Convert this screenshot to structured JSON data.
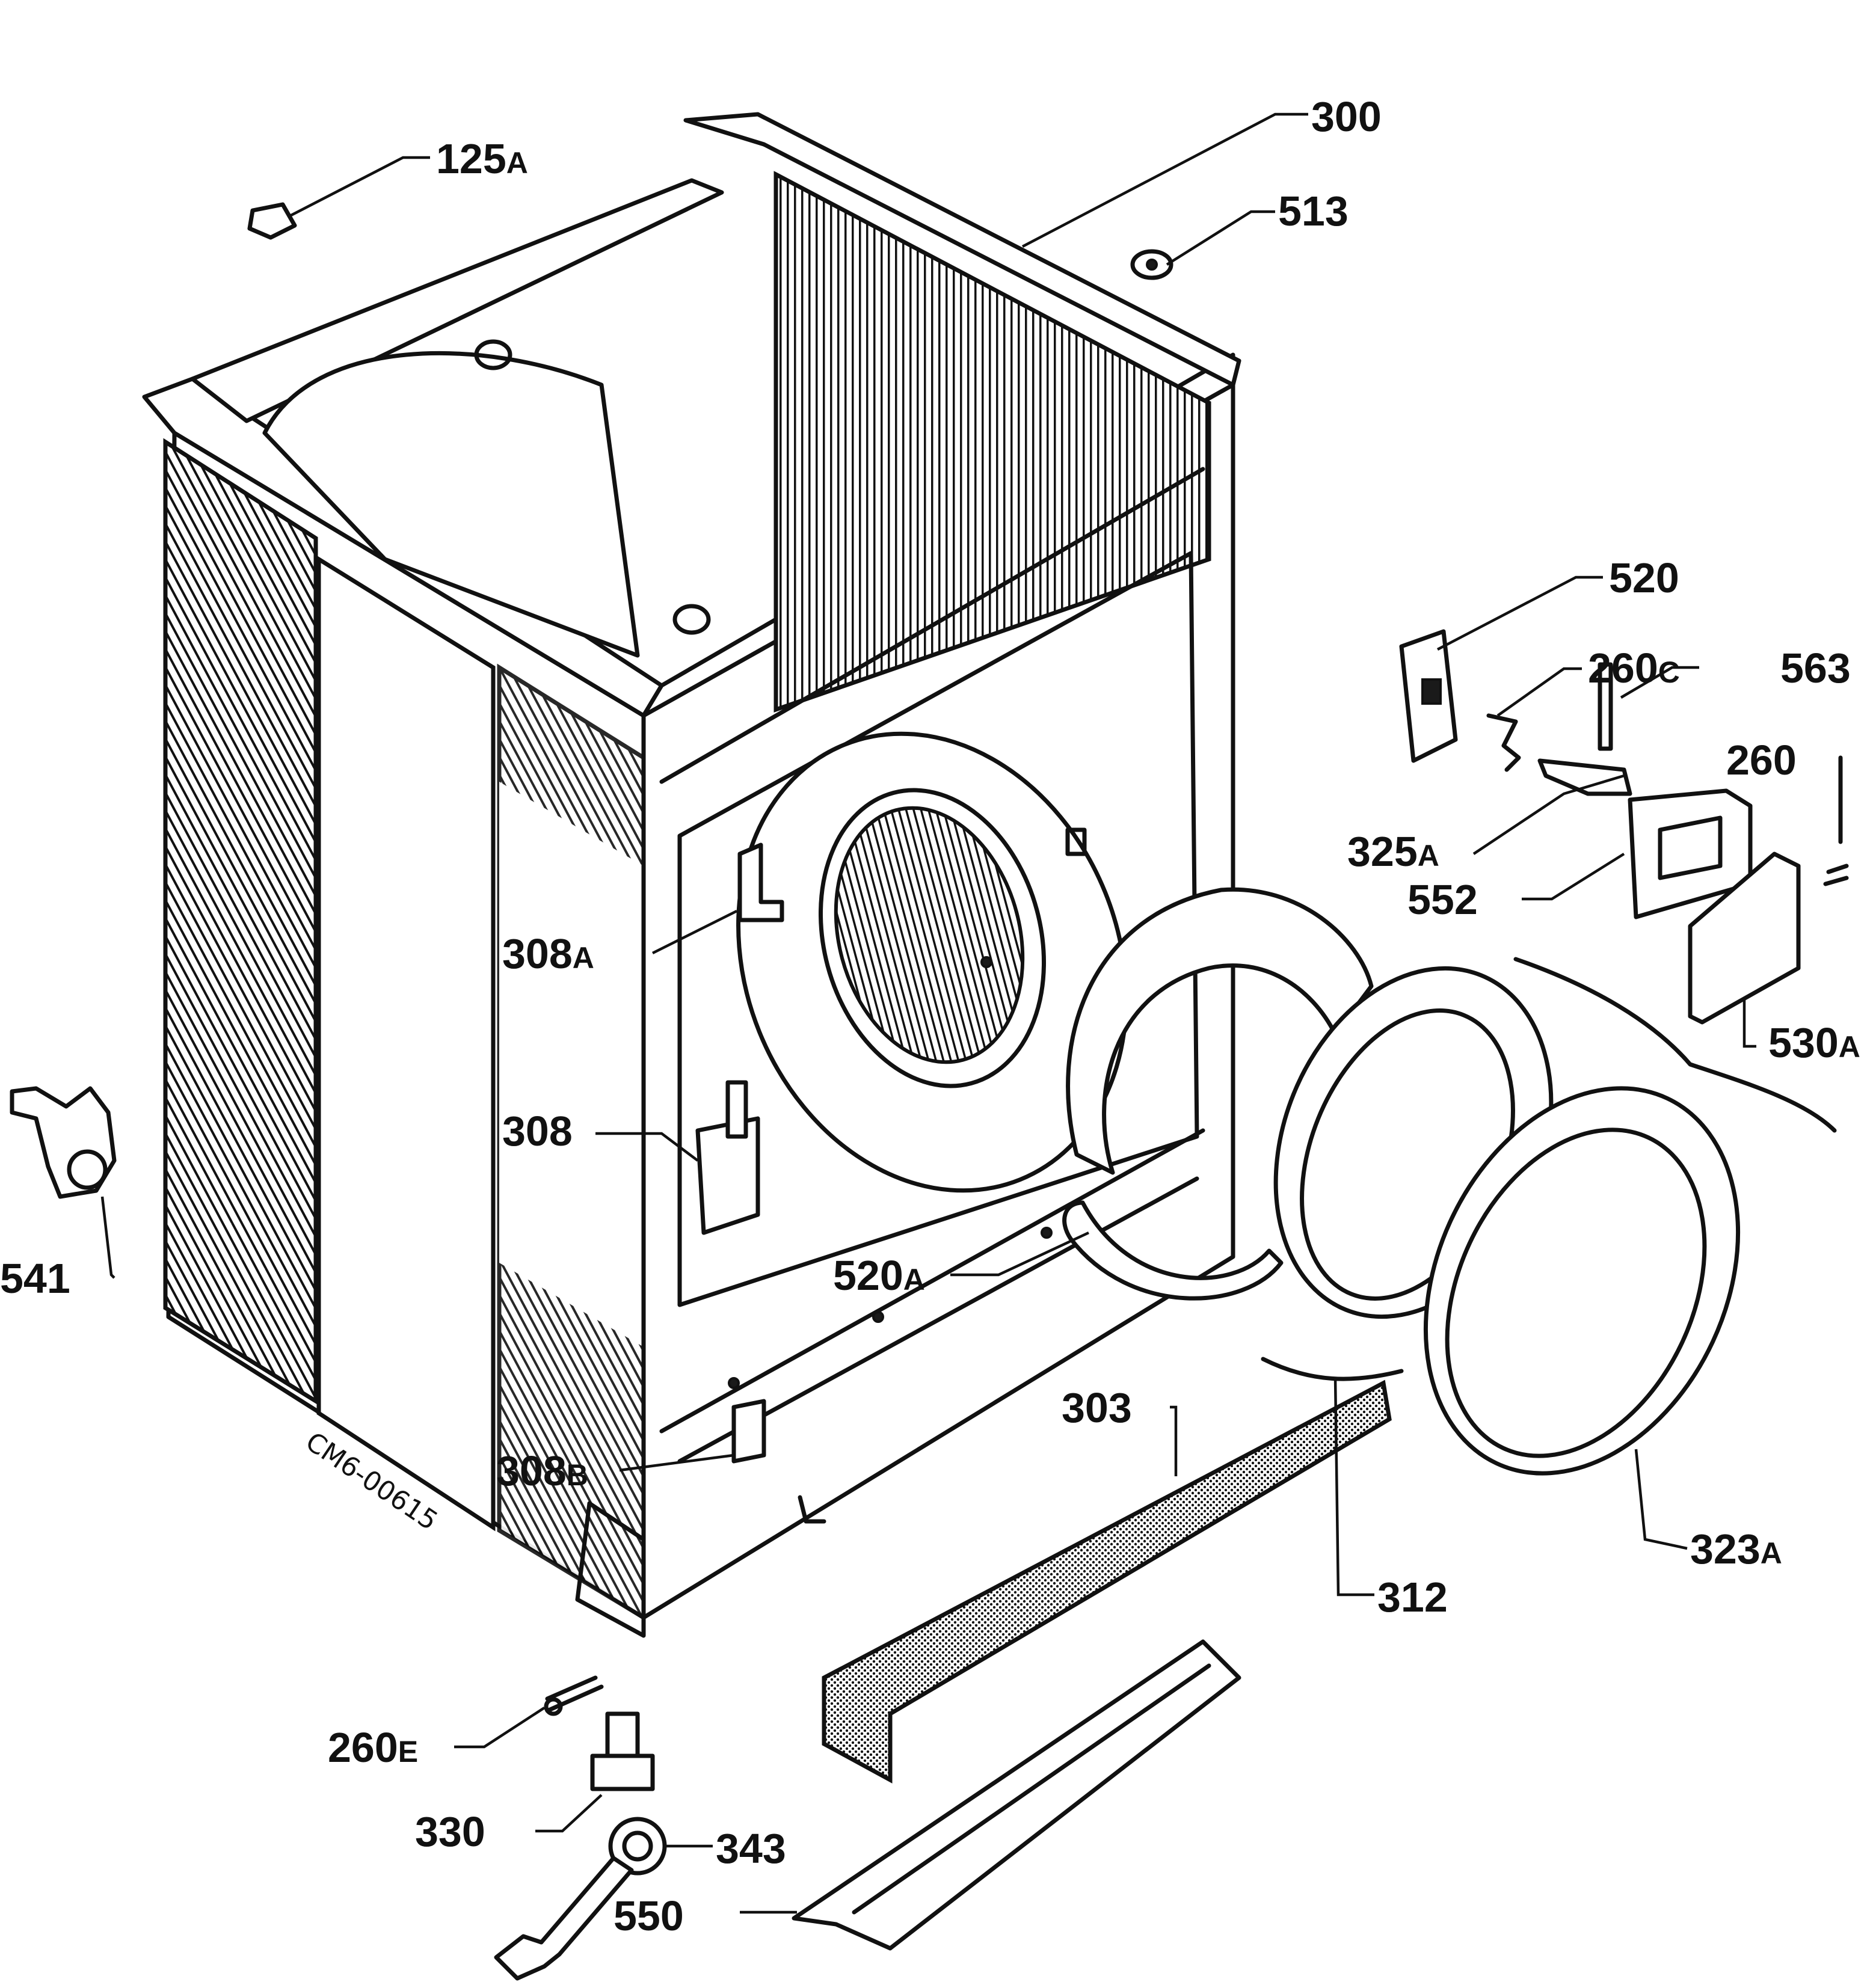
{
  "diagram": {
    "drawing_code": "CM6-00615",
    "parts": [
      {
        "id": "part-125a",
        "number": "125",
        "suffix": "A"
      },
      {
        "id": "part-300",
        "number": "300",
        "suffix": ""
      },
      {
        "id": "part-513",
        "number": "513",
        "suffix": ""
      },
      {
        "id": "part-520",
        "number": "520",
        "suffix": ""
      },
      {
        "id": "part-260c",
        "number": "260",
        "suffix": "C"
      },
      {
        "id": "part-563",
        "number": "563",
        "suffix": ""
      },
      {
        "id": "part-260",
        "number": "260",
        "suffix": ""
      },
      {
        "id": "part-325a",
        "number": "325",
        "suffix": "A"
      },
      {
        "id": "part-552",
        "number": "552",
        "suffix": ""
      },
      {
        "id": "part-530a",
        "number": "530",
        "suffix": "A"
      },
      {
        "id": "part-308a",
        "number": "308",
        "suffix": "A"
      },
      {
        "id": "part-308",
        "number": "308",
        "suffix": ""
      },
      {
        "id": "part-541",
        "number": "541",
        "suffix": ""
      },
      {
        "id": "part-520a",
        "number": "520",
        "suffix": "A"
      },
      {
        "id": "part-303",
        "number": "303",
        "suffix": ""
      },
      {
        "id": "part-323a",
        "number": "323",
        "suffix": "A"
      },
      {
        "id": "part-312",
        "number": "312",
        "suffix": ""
      },
      {
        "id": "part-308b",
        "number": "308",
        "suffix": "B"
      },
      {
        "id": "part-260e",
        "number": "260",
        "suffix": "E"
      },
      {
        "id": "part-330",
        "number": "330",
        "suffix": ""
      },
      {
        "id": "part-343",
        "number": "343",
        "suffix": ""
      },
      {
        "id": "part-550",
        "number": "550",
        "suffix": ""
      }
    ]
  }
}
